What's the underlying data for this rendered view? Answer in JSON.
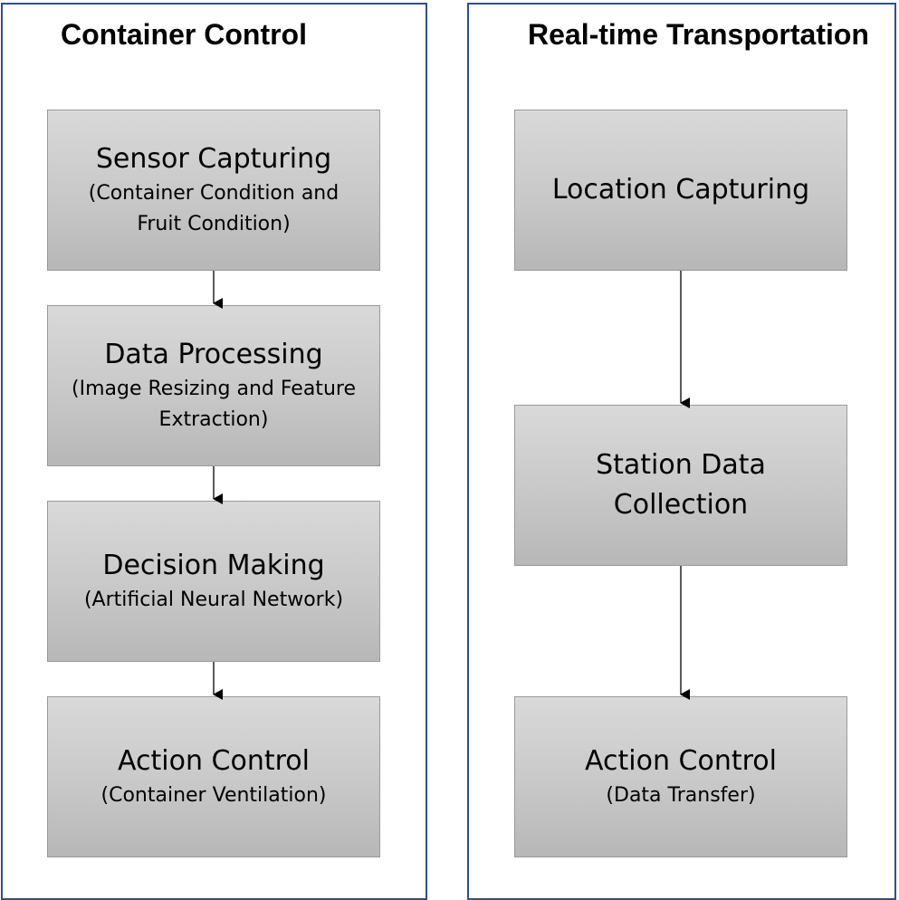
{
  "panels": {
    "left": {
      "title": "Container Control",
      "steps": [
        {
          "title": "Sensor Capturing",
          "sub": "(Container Condition and Fruit Condition)"
        },
        {
          "title": "Data Processing",
          "sub": "(Image Resizing and Feature Extraction)"
        },
        {
          "title": "Decision Making",
          "sub": "(Artificial Neural Network)"
        },
        {
          "title": "Action Control",
          "sub": "(Container Ventilation)"
        }
      ]
    },
    "right": {
      "title": "Real-time Transportation",
      "steps": [
        {
          "title": "Location Capturing"
        },
        {
          "title": "Station Data Collection"
        },
        {
          "title": "Action Control",
          "sub": "(Data Transfer)"
        }
      ]
    }
  },
  "colors": {
    "panel_border": "#2f4f8a",
    "box_fill_top": "#d9d9d9",
    "box_fill_bottom": "#b7b7b7",
    "box_border": "#9a9a9a",
    "arrow": "#000000"
  }
}
